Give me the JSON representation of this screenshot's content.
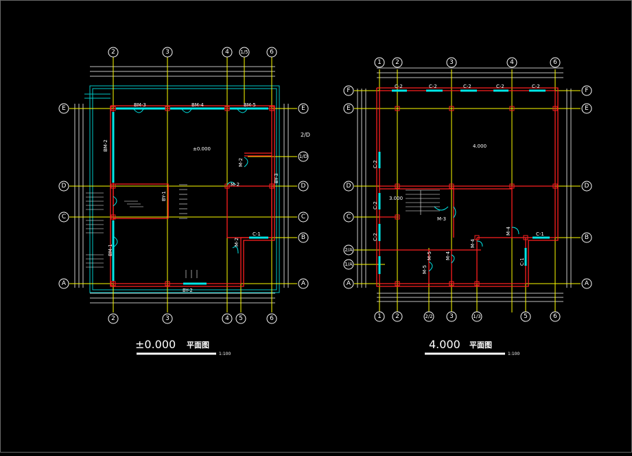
{
  "left_plan": {
    "title_level": "±0.000",
    "title_suffix": "平面图",
    "scale": "1:100",
    "top_axes": [
      "2",
      "3",
      "4",
      "1/5",
      "6"
    ],
    "bottom_axes": [
      "2",
      "3",
      "4",
      "5",
      "6"
    ],
    "left_axes": [
      "E",
      "D",
      "C",
      "A"
    ],
    "right_axes": [
      "E",
      "1/D",
      "D",
      "C",
      "B",
      "A"
    ],
    "right_extra": "2/D",
    "level_mark": "±0.000",
    "door_labels": [
      "BM-3",
      "BM-4",
      "BM-5",
      "BM-2",
      "BM-1",
      "BY-1",
      "BY-2",
      "BY-3",
      "M-2",
      "M-2",
      "M-2",
      "C-1"
    ]
  },
  "right_plan": {
    "title_level": "4.000",
    "title_suffix": "平面图",
    "scale": "1:100",
    "top_axes": [
      "1",
      "2",
      "3",
      "4",
      "6"
    ],
    "bottom_axes": [
      "1",
      "2",
      "2/2",
      "3",
      "1/3",
      "5",
      "6"
    ],
    "left_axes": [
      "F",
      "E",
      "D",
      "C",
      "2/A",
      "1/A",
      "A"
    ],
    "right_axes": [
      "F",
      "E",
      "D",
      "B",
      "A"
    ],
    "level_main": "4.000",
    "level_stair": "3.000",
    "window_labels": [
      "C-2",
      "C-2",
      "C-2",
      "C-2",
      "C-2",
      "C-2",
      "C-2",
      "C-2",
      "C-1",
      "C-1"
    ],
    "door_labels": [
      "M-3",
      "M-4",
      "M-4",
      "M-4",
      "M-5",
      "M-5"
    ]
  }
}
